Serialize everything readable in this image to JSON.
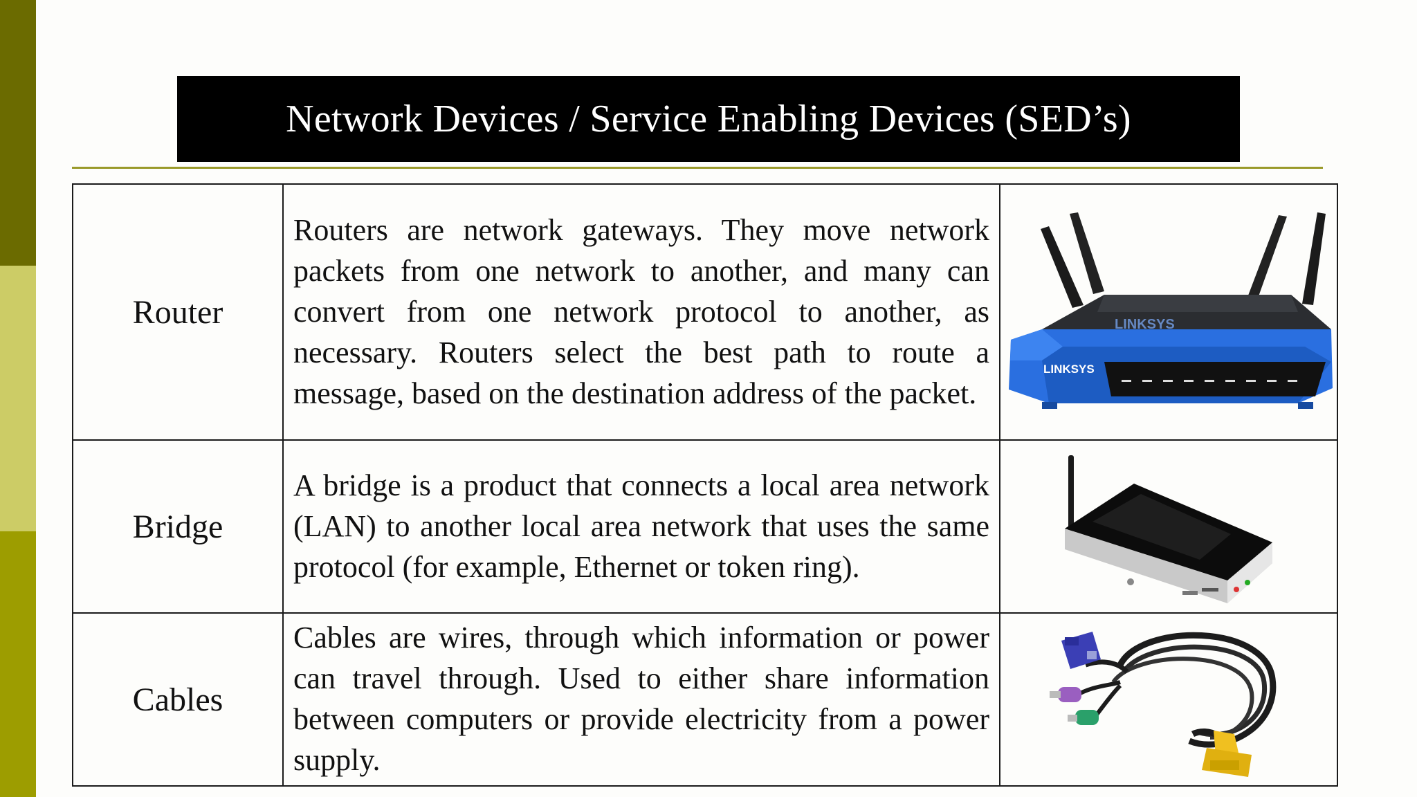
{
  "slide": {
    "title": "Network Devices / Service Enabling Devices (SED’s)"
  },
  "rows": [
    {
      "name": "Router",
      "description": "Routers are network gateways. They move network packets from one network to another, and many can convert from one network protocol to another, as necessary. Routers select the best path to route a message, based on the destination address of the packet.",
      "image": {
        "icon": "router-image",
        "brand_label": "LINKSYS",
        "accent": "#2a6fe0"
      }
    },
    {
      "name": "Bridge",
      "description": "A bridge is a product that connects a local area network (LAN) to another local area network that uses the same protocol (for example, Ethernet or token ring).",
      "image": {
        "icon": "bridge-image"
      }
    },
    {
      "name": "Cables",
      "description": "Cables are wires, through which information or power can travel through. Used to either share information between computers or provide electricity from a power supply.",
      "image": {
        "icon": "cables-image"
      }
    }
  ],
  "colors": {
    "sidebar_dark": "#6b6b00",
    "sidebar_light": "#cccc66",
    "sidebar_mid": "#9d9d00",
    "title_bg": "#000000",
    "rule": "#9a9a2a"
  }
}
